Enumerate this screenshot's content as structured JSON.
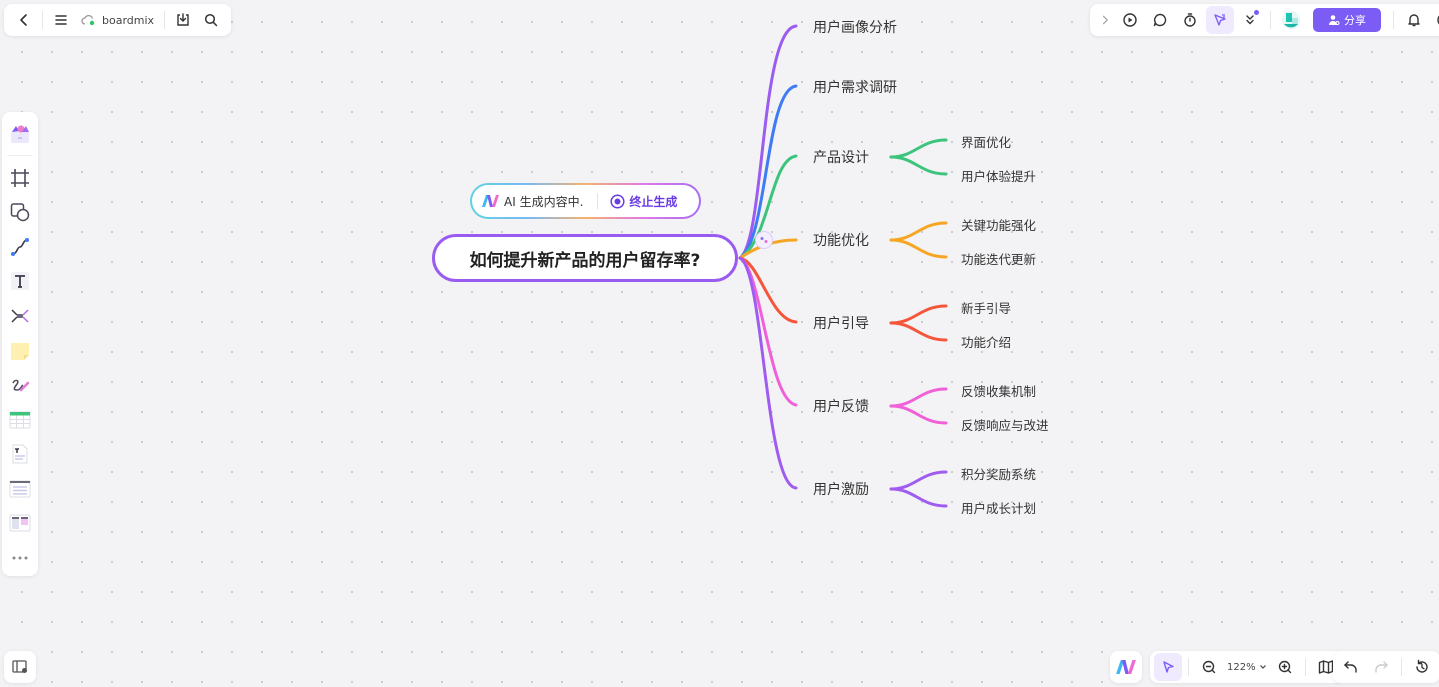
{
  "topbar_left": {
    "back_icon": "chevron-left-icon",
    "menu_icon": "hamburger-icon",
    "brand": "boardmix",
    "cloud_icon": "cloud-sync-icon",
    "download_icon": "download-icon",
    "search_icon": "search-icon"
  },
  "topbar_right": {
    "collapse_icon": "chevron-right-icon",
    "present_icon": "play-icon",
    "comment_icon": "comment-icon",
    "timer_icon": "timer-icon",
    "follow_icon": "cursor-follow-icon",
    "more_icon": "double-chevron-down-icon",
    "avatar_icon": "avatar",
    "share_label": "分享",
    "notifications_icon": "bell-icon",
    "help_icon": "help-icon"
  },
  "left_toolbar": {
    "items": [
      {
        "name": "template-library",
        "icon": "template-icon"
      },
      {
        "name": "frame",
        "icon": "frame-icon"
      },
      {
        "name": "shape",
        "icon": "shape-icon"
      },
      {
        "name": "connector",
        "icon": "connector-icon"
      },
      {
        "name": "text",
        "icon": "text-icon"
      },
      {
        "name": "mindmap",
        "icon": "mindmap-icon"
      },
      {
        "name": "sticky-note",
        "icon": "sticky-note-icon"
      },
      {
        "name": "pen",
        "icon": "pen-icon"
      },
      {
        "name": "table",
        "icon": "table-icon"
      },
      {
        "name": "document",
        "icon": "document-icon"
      },
      {
        "name": "list",
        "icon": "list-icon"
      },
      {
        "name": "kanban",
        "icon": "kanban-icon"
      },
      {
        "name": "more",
        "icon": "more-icon"
      }
    ]
  },
  "ai_status": {
    "status_text": "AI 生成内容中.",
    "stop_label": "终止生成"
  },
  "mindmap": {
    "root": "如何提升新产品的用户留存率?",
    "branches": [
      {
        "label": "用户画像分析",
        "color": "#9b5cf0",
        "children": []
      },
      {
        "label": "用户需求调研",
        "color": "#3f7bf5",
        "children": []
      },
      {
        "label": "产品设计",
        "color": "#3cc47c",
        "children": [
          "界面优化",
          "用户体验提升"
        ]
      },
      {
        "label": "功能优化",
        "color": "#f5a623",
        "children": [
          "关键功能强化",
          "功能迭代更新"
        ]
      },
      {
        "label": "用户引导",
        "color": "#f5553a",
        "children": [
          "新手引导",
          "功能介绍"
        ]
      },
      {
        "label": "用户反馈",
        "color": "#f060d8",
        "children": [
          "反馈收集机制",
          "反馈响应与改进"
        ]
      },
      {
        "label": "用户激励",
        "color": "#a05cf0",
        "children": [
          "积分奖励系统",
          "用户成长计划"
        ]
      }
    ]
  },
  "bottom_bar": {
    "minimap_icon": "minimap-icon",
    "ai_icon": "ai-logo-icon",
    "select_icon": "select-cursor-icon",
    "zoom_out_icon": "zoom-out-icon",
    "zoom_level": "122%",
    "zoom_in_icon": "zoom-in-icon",
    "map_icon": "map-icon",
    "undo_icon": "undo-icon",
    "redo_icon": "redo-icon",
    "history_icon": "history-icon"
  }
}
